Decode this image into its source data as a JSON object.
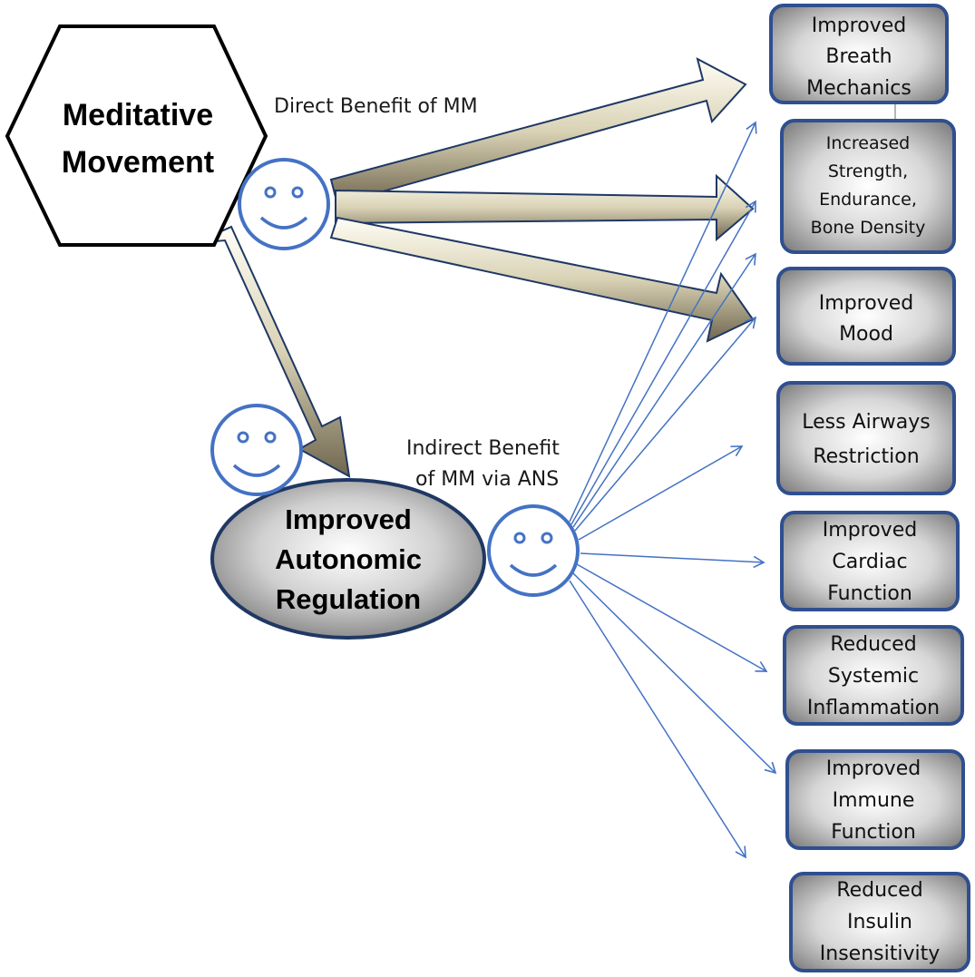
{
  "source_node": {
    "label_lines": [
      "Meditative",
      "Movement"
    ]
  },
  "mediator_node": {
    "label_lines": [
      "Improved",
      "Autonomic",
      "Regulation"
    ]
  },
  "direct_label": "Direct Benefit of MM",
  "indirect_label_lines": [
    "Indirect Benefit",
    "of MM via ANS"
  ],
  "outcomes": [
    {
      "id": "breath",
      "label_lines": [
        "Improved",
        "Breath",
        "Mechanics"
      ],
      "direct": true
    },
    {
      "id": "strength",
      "label_lines": [
        "Increased",
        "Strength,",
        "Endurance,",
        "Bone Density"
      ],
      "direct": true
    },
    {
      "id": "mood",
      "label_lines": [
        "Improved",
        "Mood"
      ],
      "direct": true
    },
    {
      "id": "airways",
      "label_lines": [
        "Less Airways",
        "Restriction"
      ],
      "direct": false
    },
    {
      "id": "cardiac",
      "label_lines": [
        "Improved",
        "Cardiac",
        "Function"
      ],
      "direct": false
    },
    {
      "id": "inflammation",
      "label_lines": [
        "Reduced",
        "Systemic",
        "Inflammation"
      ],
      "direct": false
    },
    {
      "id": "immune",
      "label_lines": [
        "Improved",
        "Immune",
        "Function"
      ],
      "direct": false
    },
    {
      "id": "insulin",
      "label_lines": [
        "Reduced",
        "Insulin",
        "Insensitivity"
      ],
      "direct": false
    }
  ],
  "colors": {
    "face_stroke": "#4472C4",
    "thin_arrow": "#4472C4",
    "box_border": "#2F4F8F",
    "box_fill_center": "#FFFFFF",
    "box_fill_edge": "#8C8C8C",
    "big_arrow_light": "#FFFDF0",
    "big_arrow_dark": "#8A7F5C",
    "big_arrow_stroke": "#1F3864"
  }
}
